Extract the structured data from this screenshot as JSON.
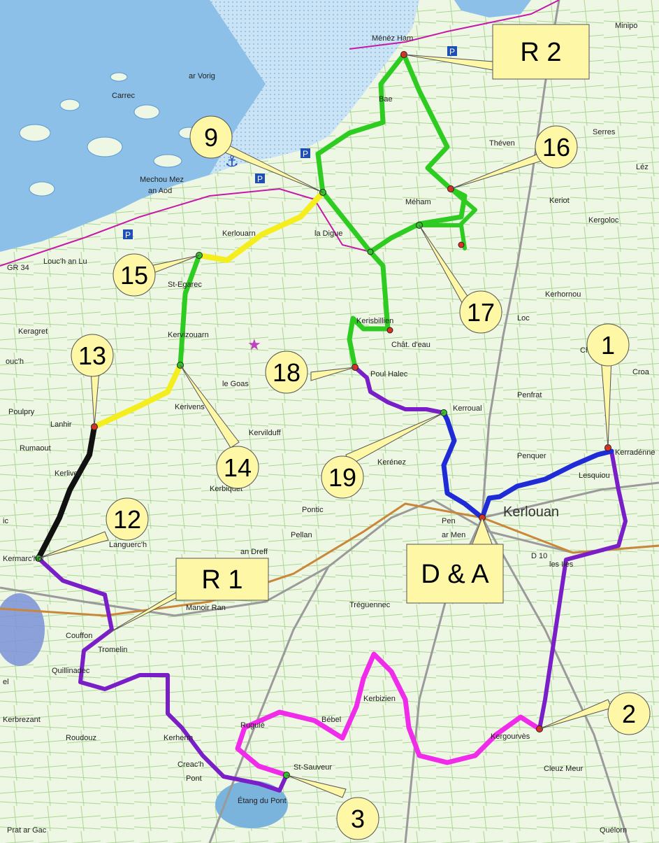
{
  "map": {
    "colors": {
      "sea": "#7fb6e2",
      "sea_dark": "#5a9bd3",
      "land": "#eef5e6",
      "field_lines": "#9fd089",
      "road": "#ffffff",
      "road_edge": "#8b8b8b",
      "route_green": "#2ecc21",
      "route_yellow": "#f5ee1e",
      "route_blue": "#1f2bd6",
      "route_purple": "#7a1fc8",
      "route_pink": "#f02bea",
      "route_black": "#111111",
      "callout_fill": "#fdf7a6",
      "gr_trail": "#c51aa8",
      "lake": "#6aaad6"
    },
    "places": [
      {
        "id": "meneshamb",
        "name": "Ménéz Ham"
      },
      {
        "id": "arvorig",
        "name": "ar Vorig"
      },
      {
        "id": "carrec",
        "name": "Carrec"
      },
      {
        "id": "mechoumez",
        "name": "Mechou Mez"
      },
      {
        "id": "anaod",
        "name": "an Aod"
      },
      {
        "id": "kerlouarn",
        "name": "Kerlouarn"
      },
      {
        "id": "ladigue",
        "name": "la Digue"
      },
      {
        "id": "louchanlu",
        "name": "Louc'h an Lu"
      },
      {
        "id": "gr34",
        "name": "GR 34"
      },
      {
        "id": "steyarec",
        "name": "St-Egarec"
      },
      {
        "id": "kerazouarn",
        "name": "Kervizouarn"
      },
      {
        "id": "keragret",
        "name": "Keragret"
      },
      {
        "id": "ouch",
        "name": "ouc'h"
      },
      {
        "id": "poulpry",
        "name": "Poulpry"
      },
      {
        "id": "lanhir",
        "name": "Lanhir"
      },
      {
        "id": "rumaout",
        "name": "Rumaout"
      },
      {
        "id": "kerliver",
        "name": "Kerliver"
      },
      {
        "id": "kerivens",
        "name": "Kerivens"
      },
      {
        "id": "legoas",
        "name": "le Goas"
      },
      {
        "id": "kervilduff",
        "name": "Kervilduff"
      },
      {
        "id": "kerbiquet",
        "name": "Kerbiquet"
      },
      {
        "id": "kerisbillien",
        "name": "Kerisbillien"
      },
      {
        "id": "poulhalec",
        "name": "Poul Halec"
      },
      {
        "id": "kerroual",
        "name": "Kerroual"
      },
      {
        "id": "kerenez",
        "name": "Kerénez"
      },
      {
        "id": "pontic",
        "name": "Pontic"
      },
      {
        "id": "pellan",
        "name": "Pellan"
      },
      {
        "id": "pen",
        "name": "Pen"
      },
      {
        "id": "armen",
        "name": "ar Men"
      },
      {
        "id": "andreff",
        "name": "an Dreff"
      },
      {
        "id": "languerch",
        "name": "Languerc'h"
      },
      {
        "id": "kermarc",
        "name": "Kermarc'hol"
      },
      {
        "id": "manoiran",
        "name": "Manoir Ran"
      },
      {
        "id": "treguennec",
        "name": "Tréguennec"
      },
      {
        "id": "couffon",
        "name": "Couffon"
      },
      {
        "id": "tromelin",
        "name": "Tromelin"
      },
      {
        "id": "quillinadec",
        "name": "Quillinadec"
      },
      {
        "id": "kerbrezant",
        "name": "Kerbrezant"
      },
      {
        "id": "roudouz",
        "name": "Roudouz"
      },
      {
        "id": "kerherm",
        "name": "Kerherm"
      },
      {
        "id": "creach",
        "name": "Creac'h"
      },
      {
        "id": "pont",
        "name": "Pont"
      },
      {
        "id": "ruguie",
        "name": "Ruguié"
      },
      {
        "id": "bebel",
        "name": "Bébel"
      },
      {
        "id": "kerbizien",
        "name": "Kerbizien"
      },
      {
        "id": "stsauveur",
        "name": "St-Sauveur"
      },
      {
        "id": "etang",
        "name": "Étang du Pont"
      },
      {
        "id": "pratargac",
        "name": "Prat ar Gac"
      },
      {
        "id": "kergourves",
        "name": "Kergourvès"
      },
      {
        "id": "cleuzmeur",
        "name": "Cleuz Meur"
      },
      {
        "id": "duelorn",
        "name": "Quélorn"
      },
      {
        "id": "kerlouan",
        "name": "Kerlouan"
      },
      {
        "id": "lesiles",
        "name": "les Iles"
      },
      {
        "id": "penquer",
        "name": "Penquer"
      },
      {
        "id": "lesquiou",
        "name": "Lesquiou"
      },
      {
        "id": "kerradenne",
        "name": "Kerradénne"
      },
      {
        "id": "penfrat",
        "name": "Penfrat"
      },
      {
        "id": "croas",
        "name": "Croa"
      },
      {
        "id": "kerhornou",
        "name": "Kerhornou"
      },
      {
        "id": "kergoloc",
        "name": "Kergoloc"
      },
      {
        "id": "keriot",
        "name": "Keriot"
      },
      {
        "id": "lez",
        "name": "Léz"
      },
      {
        "id": "theven",
        "name": "Théven"
      },
      {
        "id": "meham",
        "name": "Méham"
      },
      {
        "id": "minipo",
        "name": "Minipo"
      },
      {
        "id": "bae",
        "name": "Bae"
      },
      {
        "id": "d10",
        "name": "D 10"
      },
      {
        "id": "loc",
        "name": "Loc"
      },
      {
        "id": "chat",
        "name": "Chât. d'eau"
      },
      {
        "id": "serres",
        "name": "Serres"
      },
      {
        "id": "ic",
        "name": "ic"
      },
      {
        "id": "el",
        "name": "el"
      },
      {
        "id": "cha",
        "name": "Cha"
      }
    ],
    "callouts": [
      {
        "id": "c9",
        "label": "9"
      },
      {
        "id": "c16",
        "label": "16"
      },
      {
        "id": "c15",
        "label": "15"
      },
      {
        "id": "c17",
        "label": "17"
      },
      {
        "id": "c1",
        "label": "1"
      },
      {
        "id": "c13",
        "label": "13"
      },
      {
        "id": "c18",
        "label": "18"
      },
      {
        "id": "c14",
        "label": "14"
      },
      {
        "id": "c19",
        "label": "19"
      },
      {
        "id": "c12",
        "label": "12"
      },
      {
        "id": "c2",
        "label": "2"
      },
      {
        "id": "c3",
        "label": "3"
      }
    ],
    "boxes": [
      {
        "id": "r2",
        "label": "R 2"
      },
      {
        "id": "r1",
        "label": "R 1"
      },
      {
        "id": "da",
        "label": "D & A"
      }
    ]
  }
}
